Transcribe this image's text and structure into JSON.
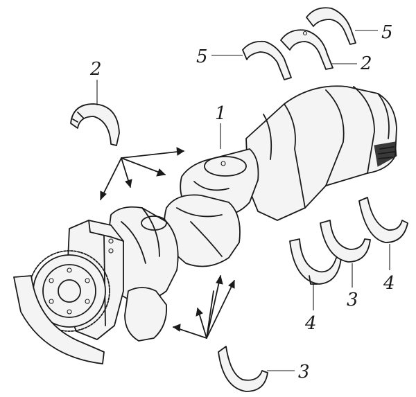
{
  "diagram": {
    "callouts": [
      {
        "id": "c1",
        "text": "1"
      },
      {
        "id": "c2a",
        "text": "2"
      },
      {
        "id": "c2b",
        "text": "2"
      },
      {
        "id": "c3a",
        "text": "3"
      },
      {
        "id": "c3b",
        "text": "3"
      },
      {
        "id": "c4a",
        "text": "4"
      },
      {
        "id": "c4b",
        "text": "4"
      },
      {
        "id": "c5a",
        "text": "5"
      },
      {
        "id": "c5b",
        "text": "5"
      }
    ],
    "colors": {
      "ink": "#1a1a1a",
      "background": "#ffffff"
    }
  }
}
